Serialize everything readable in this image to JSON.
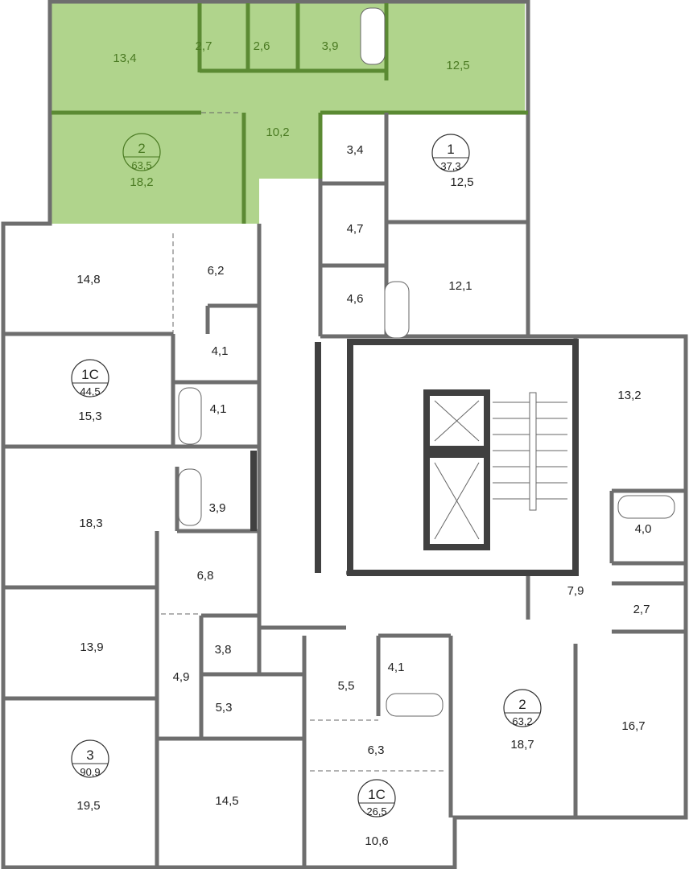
{
  "colors": {
    "highlight_fill": "#b0d48c",
    "highlight_text": "#4a7a22",
    "wall": "#6e6e6e",
    "wall_dark": "#404040"
  },
  "apartments": [
    {
      "type": "2",
      "area": "63,5",
      "highlighted": true,
      "rooms": [
        "13,4",
        "2,7",
        "2,6",
        "3,9",
        "12,5",
        "10,2",
        "18,2"
      ]
    },
    {
      "type": "1",
      "area": "37,3",
      "highlighted": false,
      "rooms": [
        "3,4",
        "12,5",
        "4,7",
        "12,1",
        "4,6"
      ]
    },
    {
      "type": "1С",
      "area": "44,5",
      "highlighted": false,
      "rooms": [
        "14,8",
        "6,2",
        "4,1",
        "15,3",
        "4,1"
      ]
    },
    {
      "type": "3",
      "area": "90,9",
      "highlighted": false,
      "rooms": [
        "18,3",
        "3,9",
        "6,8",
        "13,9",
        "3,8",
        "4,9",
        "5,3",
        "19,5",
        "14,5"
      ]
    },
    {
      "type": "2",
      "area": "63,2",
      "highlighted": false,
      "rooms": [
        "13,2",
        "4,0",
        "7,9",
        "2,7",
        "16,7",
        "18,7"
      ]
    },
    {
      "type": "1С",
      "area": "26,5",
      "highlighted": false,
      "rooms": [
        "5,5",
        "4,1",
        "6,3",
        "10,6"
      ]
    }
  ]
}
